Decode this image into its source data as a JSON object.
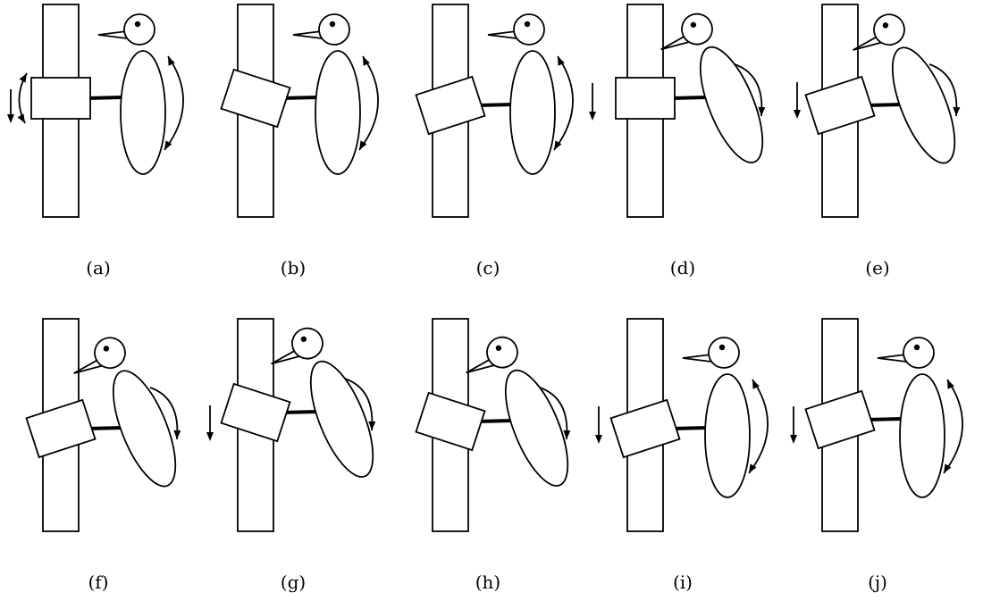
{
  "figure": {
    "panels": [
      {
        "label": "(a)",
        "collar_tilt": 0,
        "bird_tilt": 0,
        "bird_drop": 0,
        "collar_drop": 0,
        "slide_arrow": "left",
        "collar_rock_arrow": true,
        "bird_arrow": "double",
        "shift_row": false
      },
      {
        "label": "(b)",
        "collar_tilt": 18,
        "bird_tilt": 0,
        "bird_drop": 0,
        "collar_drop": 0,
        "slide_arrow": "none",
        "collar_rock_arrow": false,
        "bird_arrow": "double",
        "shift_row": false
      },
      {
        "label": "(c)",
        "collar_tilt": -18,
        "bird_tilt": 0,
        "bird_drop": 0,
        "collar_drop": 8,
        "slide_arrow": "right",
        "collar_rock_arrow": false,
        "bird_arrow": "double",
        "shift_row": false
      },
      {
        "label": "(d)",
        "collar_tilt": 0,
        "bird_tilt": -22,
        "bird_drop": 0,
        "collar_drop": 0,
        "slide_arrow": "none",
        "collar_rock_arrow": false,
        "bird_arrow": "down",
        "shift_row": false
      },
      {
        "label": "(e)",
        "collar_tilt": -18,
        "bird_tilt": -22,
        "bird_drop": 0,
        "collar_drop": 8,
        "slide_arrow": "left",
        "collar_rock_arrow": false,
        "bird_arrow": "down",
        "shift_row": false
      },
      {
        "label": "(f)",
        "collar_tilt": -18,
        "bird_tilt": -22,
        "bird_drop": 10,
        "collar_drop": 18,
        "slide_arrow": "right",
        "collar_rock_arrow": false,
        "bird_arrow": "down",
        "shift_row": true
      },
      {
        "label": "(g)",
        "collar_tilt": 18,
        "bird_tilt": -22,
        "bird_drop": 0,
        "collar_drop": 0,
        "slide_arrow": "none",
        "collar_rock_arrow": false,
        "bird_arrow": "down",
        "shift_row": true
      },
      {
        "label": "(h)",
        "collar_tilt": 18,
        "bird_tilt": -22,
        "bird_drop": 10,
        "collar_drop": 10,
        "slide_arrow": "none",
        "collar_rock_arrow": false,
        "bird_arrow": "down",
        "shift_row": true
      },
      {
        "label": "(i)",
        "collar_tilt": -18,
        "bird_tilt": 0,
        "bird_drop": 10,
        "collar_drop": 18,
        "slide_arrow": "left",
        "collar_rock_arrow": false,
        "bird_arrow": "double",
        "shift_row": true
      },
      {
        "label": "(j)",
        "collar_tilt": -18,
        "bird_tilt": 0,
        "bird_drop": 10,
        "collar_drop": 8,
        "slide_arrow": "left",
        "collar_rock_arrow": false,
        "bird_arrow": "double",
        "shift_row": true
      }
    ]
  },
  "colors": {
    "stroke": "#000000",
    "fill": "#ffffff"
  }
}
